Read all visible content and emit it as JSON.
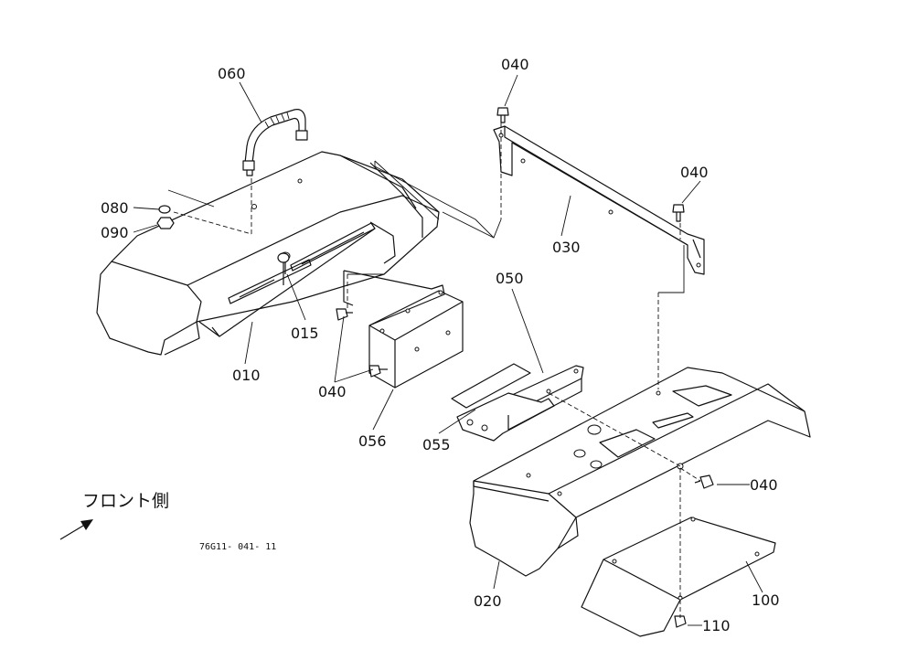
{
  "parts": {
    "p060": "060",
    "p080": "080",
    "p090": "090",
    "p015": "015",
    "p010": "010",
    "p040a": "040",
    "p040b": "040",
    "p040c": "040",
    "p040d": "040",
    "p030": "030",
    "p050": "050",
    "p056": "056",
    "p055": "055",
    "p020": "020",
    "p100": "100",
    "p110": "110"
  },
  "caption": "フロント側",
  "drawing_code": "76G11- 041- 11"
}
